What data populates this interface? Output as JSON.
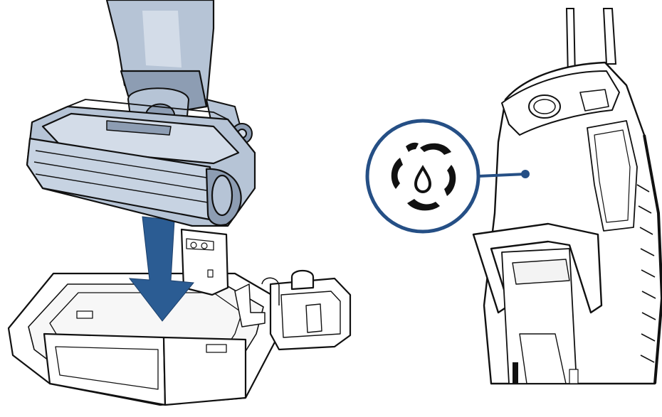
{
  "illustration": {
    "left_panel": {
      "subject": "vacuum-head-lowered-into-cleaning-tray",
      "arrow_direction": "down"
    },
    "right_panel": {
      "subject": "handle-with-self-clean-button-callout",
      "callout_icon": "water-drop-swirl-icon"
    }
  },
  "colors": {
    "outline": "#111111",
    "vacuum_fill": "#b6c4d6",
    "vacuum_fill_light": "#d3dce8",
    "vacuum_fill_dark": "#8d9db3",
    "arrow": "#2b5c93",
    "callout_ring": "#254f85"
  }
}
